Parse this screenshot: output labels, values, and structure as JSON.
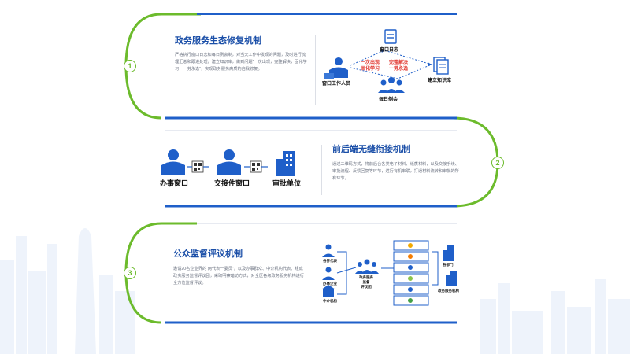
{
  "sections": [
    {
      "number": "1",
      "title": "政务服务生态修复机制",
      "description": "严格执行窗口日志和每日例会制，对当天工作中发现的问题，及时进行梳理汇总和跟进处理，建立知识库，做到问题“一次出现，完整解决，固化学习，一劳永逸”，实现政务服务高质的自我修复。",
      "diagram": {
        "left_label": "窗口工作人员",
        "top_label": "窗口日志",
        "bottom_label": "每日例会",
        "right_label": "建立知识库",
        "center_left": "一次出现\n固化学习",
        "center_right": "完整解决\n一劳永逸"
      }
    },
    {
      "number": "2",
      "title": "前后端无缝衔接机制",
      "description": "通过二维码方式，将前后台各类电子材料、纸质材料，以及交接手续、审批流程、反馈回复等环节，进行有机串联，打通材料流转和审批的所有环节。",
      "diagram": {
        "node1": "办事窗口",
        "node2": "交接件窗口",
        "node3": "审批单位"
      }
    },
    {
      "number": "3",
      "title": "公众监督评议机制",
      "description": "邀请20名企业界的“两代表一委员”，以及办事群众、中介机构代表、组成政务服务监督评议团，采取明察暗访方式，对全区各级政务服务机构进行全方位监督评议。",
      "diagram": {
        "left_items": [
          "各界代表",
          "办事企业",
          "中介机构"
        ],
        "center_label": "政务服务\n监督\n评议团",
        "right_items": [
          "各部门",
          "政务服务机构"
        ]
      }
    }
  ],
  "colors": {
    "primary_blue": "#1f5fc9",
    "title_blue": "#1b4fa8",
    "green": "#6cbb2c",
    "red": "#e0322b"
  }
}
